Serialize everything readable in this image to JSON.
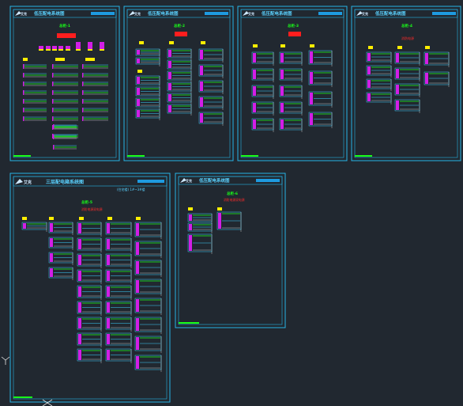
{
  "colors": {
    "background": "#212830",
    "frame": "#27b4e6",
    "title_bar": "#1e9be0",
    "label": "#ffee00",
    "breaker": "#d21ee6",
    "wire": "#19ff19",
    "alarm": "#ff1e1e",
    "cyan_line": "#3cd2ff",
    "white": "#e6e6e6"
  },
  "sheets": [
    {
      "id": 1,
      "logo": "艾克",
      "title": "低压配电系统图",
      "node": "总柜-1",
      "note": "",
      "subtitle": ""
    },
    {
      "id": 2,
      "logo": "艾克",
      "title": "低压配电系统图",
      "node": "总柜-2",
      "note": "",
      "subtitle": ""
    },
    {
      "id": 3,
      "logo": "艾克",
      "title": "低压配电系统图",
      "node": "总柜-3",
      "note": "",
      "subtitle": ""
    },
    {
      "id": 4,
      "logo": "艾克",
      "title": "低压配电系统图",
      "node": "总柜-4",
      "note": "消防电源",
      "subtitle": ""
    },
    {
      "id": 5,
      "logo": "艾克",
      "title": "三层配电箱系统图",
      "node": "总柜-5",
      "note": "消防电源双电源",
      "subtitle": "(住宅楼) 1#~3#楼"
    },
    {
      "id": 6,
      "logo": "艾克",
      "title": "低压配电系统图",
      "node": "总柜-6",
      "note": "消防电源双电源",
      "subtitle": ""
    }
  ]
}
